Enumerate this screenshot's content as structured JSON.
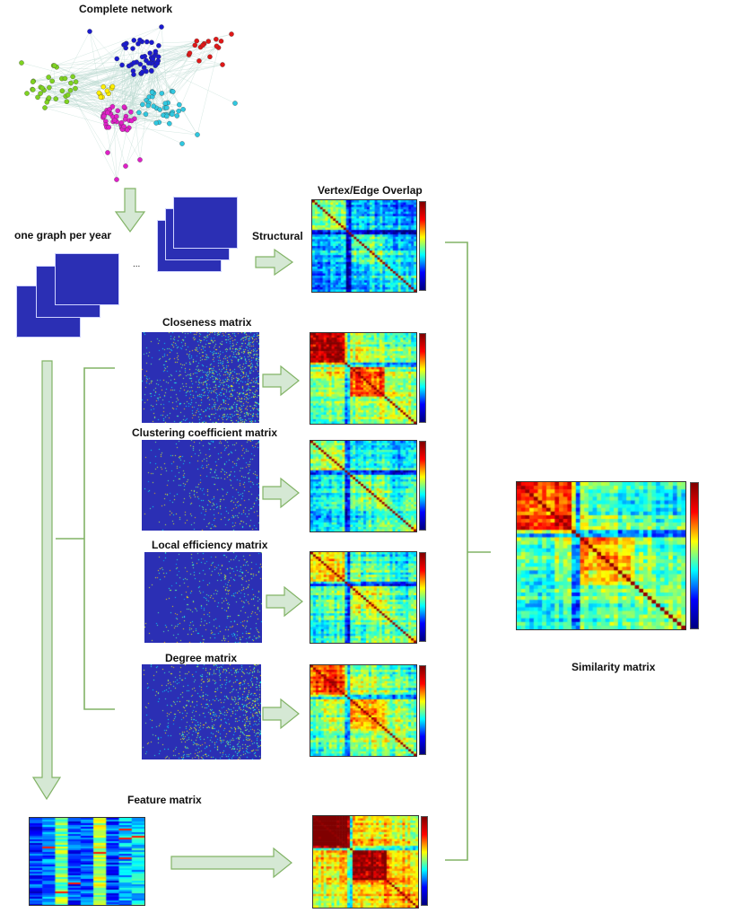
{
  "labels": {
    "complete_network": "Complete network",
    "one_graph_per_year": "one graph per year",
    "structural": "Structural",
    "vertex_edge_overlap": "Vertex/Edge Overlap",
    "closeness": "Closeness matrix",
    "clustering": "Clustering coefficient matrix",
    "local_efficiency": "Local efficiency matrix",
    "degree": "Degree matrix",
    "feature": "Feature matrix",
    "similarity": "Similarity matrix",
    "ellipsis": "..."
  },
  "colors": {
    "arrow_fill": "#d5e8d4",
    "arrow_stroke": "#82b366",
    "matrix_blue": "#2b2fb4",
    "network_colors": [
      "#1a1ad0",
      "#7fd321",
      "#ffef00",
      "#e020c8",
      "#30c8e0",
      "#e01818"
    ]
  }
}
